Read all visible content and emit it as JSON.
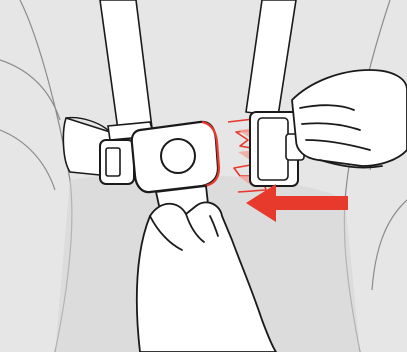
{
  "figure": {
    "subject": "harness-buckle-fastening-illustration"
  },
  "colors": {
    "background": "#e6e6e6",
    "seat_shadow": "#d4d4d4",
    "line": "#1a1a1a",
    "white": "#ffffff",
    "accent": "#e8392d",
    "accent_light": "#f2a39b"
  },
  "elements": [
    "seat-backrest",
    "left-shoulder-strap",
    "right-shoulder-strap",
    "waist-belt",
    "buckle-housing",
    "release-button",
    "buckle-tongue-insert",
    "insert-direction-arrow",
    "left-hand",
    "right-hand"
  ]
}
